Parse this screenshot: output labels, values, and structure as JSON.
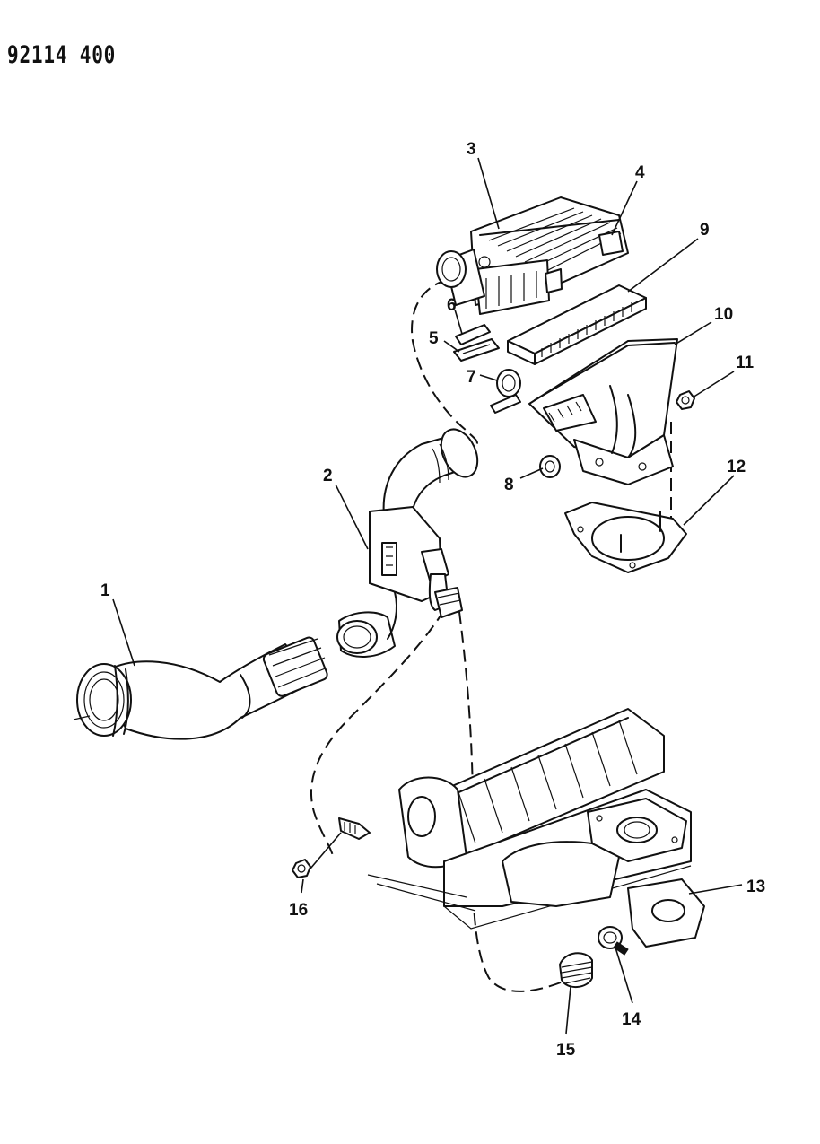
{
  "document": {
    "id": "92114 400"
  },
  "callouts": [
    {
      "label": "1"
    },
    {
      "label": "2"
    },
    {
      "label": "3"
    },
    {
      "label": "4"
    },
    {
      "label": "5"
    },
    {
      "label": "6"
    },
    {
      "label": "7"
    },
    {
      "label": "8"
    },
    {
      "label": "9"
    },
    {
      "label": "10"
    },
    {
      "label": "11"
    },
    {
      "label": "12"
    },
    {
      "label": "13"
    },
    {
      "label": "14"
    },
    {
      "label": "15"
    },
    {
      "label": "16"
    }
  ]
}
